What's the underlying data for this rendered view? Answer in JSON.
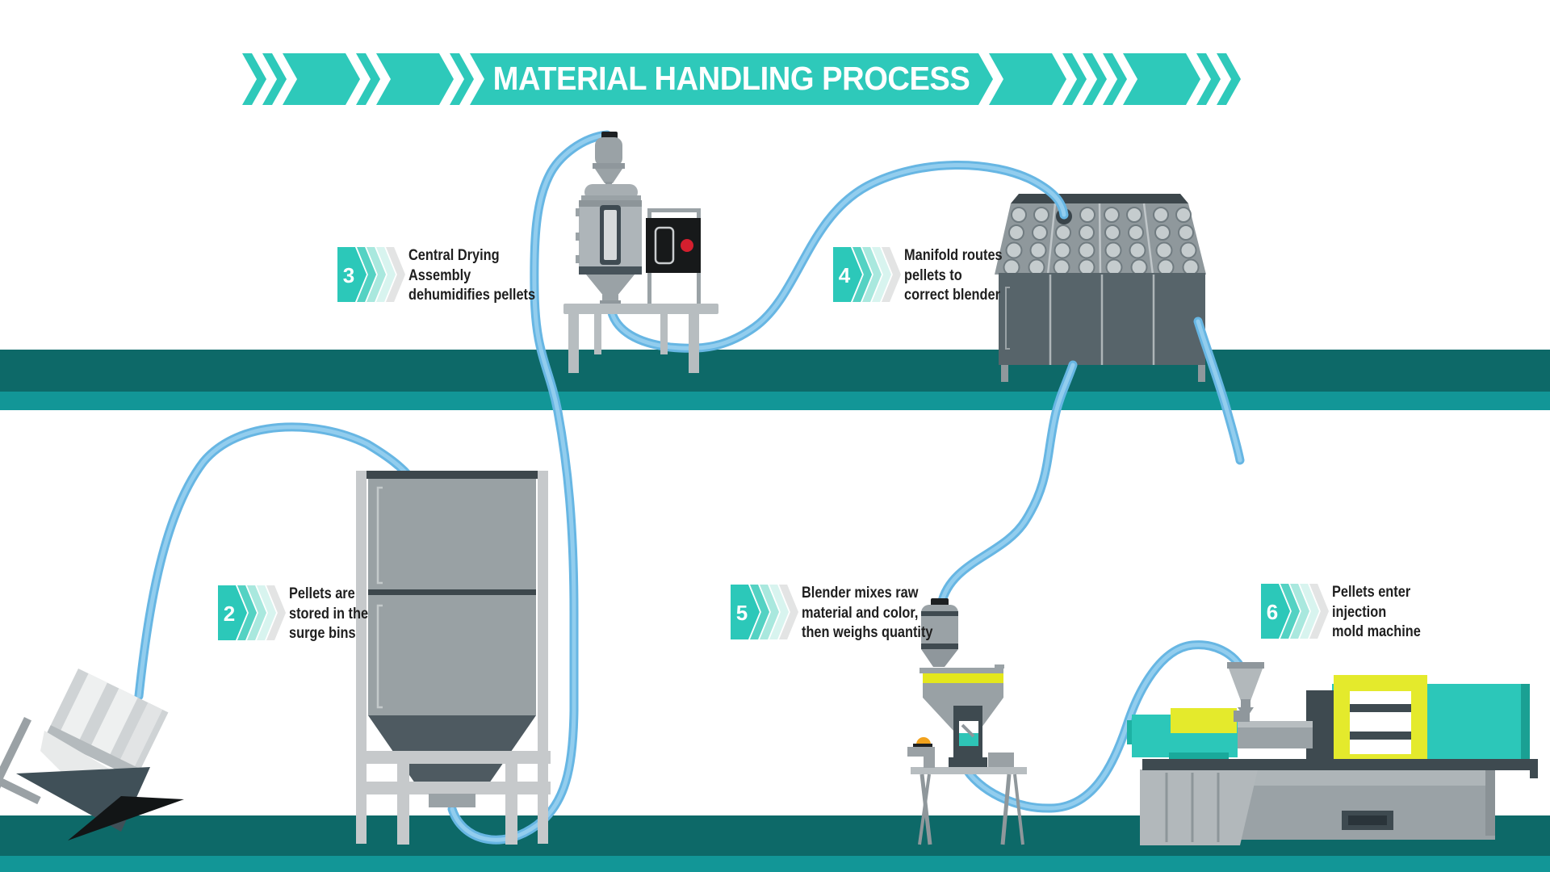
{
  "banner": {
    "title": "MATERIAL HANDLING PROCESS"
  },
  "steps": [
    {
      "number": "2",
      "lines": [
        "Pellets are",
        "stored in the",
        "surge bins"
      ]
    },
    {
      "number": "3",
      "lines": [
        "Central Drying",
        "Assembly",
        "dehumidifies pellets"
      ]
    },
    {
      "number": "4",
      "lines": [
        "Manifold routes",
        "pellets to",
        "correct blender"
      ]
    },
    {
      "number": "5",
      "lines": [
        "Blender mixes raw",
        "material and color,",
        "then weighs quantity"
      ]
    },
    {
      "number": "6",
      "lines": [
        "Pellets enter",
        "injection",
        "mold machine"
      ]
    }
  ],
  "colors": {
    "brand_teal": "#2ec9ba",
    "floor_dark": "#0d6968",
    "floor_light": "#129697",
    "tube_blue": "#7cc1e8",
    "accent_yellow": "#e4e71c",
    "alert_red": "#d41f2e",
    "amber_light": "#f2a21c"
  }
}
